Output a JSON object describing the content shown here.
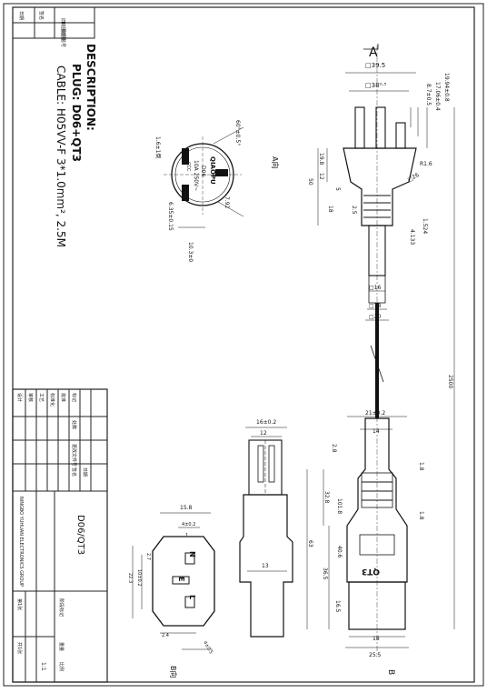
{
  "drawing": {
    "description_heading": "DESCRIPTION:",
    "plug_line": "PLUG:  D06+QT3",
    "cable_line": "CABLE:  H05VV-F 3*1.0mm², 2.5M",
    "view_a_label": "A",
    "view_a_caption": "A向",
    "view_b_label": "B",
    "view_b_caption": "B向"
  },
  "plug_face": {
    "brand": "QIAOPU",
    "model": "D06",
    "rating": "10A 250V~",
    "cert": "CCC"
  },
  "dimensions": {
    "d_39_5": "□39.5",
    "d_38": "□38⁰·⁵",
    "d_19_94": "19.94±0.8",
    "d_17_06": "17.06±0.4",
    "d_8_7": "8.7±0.5",
    "d_r1_6": "R1.6",
    "d_26": "□26",
    "d_19_8": "19.8",
    "d_12": "12",
    "d_50": "50",
    "d_5": "5",
    "d_18": "18",
    "d_2_5": "2.5",
    "d_1_524": "1.524",
    "d_4_133": "4.133",
    "d_16": "□16",
    "d_18b": "□18",
    "d_20": "□20",
    "d_2500": "2500",
    "d_21": "21±0.2",
    "d_14": "14",
    "d_2_8": "2.8",
    "d_1_8": "1.8",
    "d_32_8": "32.8",
    "d_101_8": "101.8",
    "d_6": "1.8",
    "d_40_6": "40.6",
    "d_63": "63",
    "d_36_5": "36.5",
    "d_16_5": "16.5",
    "d_18c": "18",
    "d_25_5": "25.5",
    "qt3_label": "QT3",
    "f_60": "60°±0.5°",
    "f_7_92": "7.92",
    "f_1_6": "1.6±1倒",
    "f_6_35": "6.35±0.15",
    "f_10_3": "10.3±0",
    "s_16": "16±0.2",
    "s_12": "12",
    "s_13": "13",
    "b_15_8": "15.8",
    "b_4": "4±0.2",
    "b_1": "1",
    "b_2_7": "2.7",
    "b_10": "10±0.2",
    "b_22_3": "22.3",
    "b_2_4": "2.4",
    "b_4_5": "4±0.5",
    "b_n": "N",
    "b_e": "E",
    "b_l": "L"
  },
  "title_block": {
    "company": "NINGBO YUHUAN ELECTRONICS GROUP",
    "drawing_no": "D06/QT3",
    "rows_left": [
      "标记",
      "处数",
      "更改文件号",
      "签名",
      "日期"
    ],
    "rows_right": [
      "设计",
      "审核",
      "工艺",
      "标准化",
      "批准"
    ],
    "scale_label": "比例",
    "scale_value": "1:1",
    "sheet_label": "第1张",
    "total_label": "共1张",
    "weight_label": "重量",
    "stage_label": "阶段标记"
  },
  "top_block": {
    "label1": "旧底图总号",
    "label2": "底图总号",
    "label3": "签名",
    "label4": "日期"
  }
}
